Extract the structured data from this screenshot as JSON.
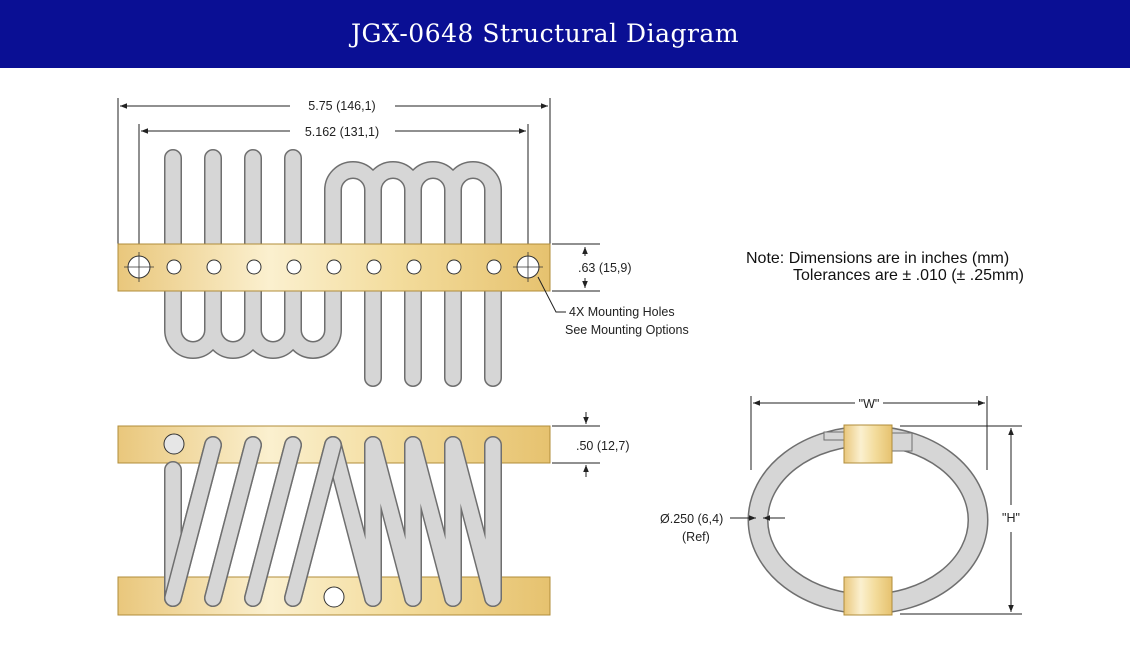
{
  "header": {
    "title": "JGX-0648 Structural Diagram"
  },
  "colors": {
    "header_bg": "#0a0f94",
    "coil": "#d4d4d4",
    "coil_stroke": "#6f6f6f",
    "bar": "#f0d28a"
  },
  "labels": {
    "overall_length": "5.75 (146,1)",
    "hole_spacing": "5.162 (131,1)",
    "bar_height_top": ".63 (15,9)",
    "mounting_holes": "4X Mounting Holes",
    "mounting_options": "See Mounting Options",
    "bar_height_bottom": ".50 (12,7)",
    "width": "\"W\"",
    "height": "\"H\"",
    "cable_dia": "Ø.250 (6,4)",
    "cable_dia_ref": "(Ref)"
  },
  "note": {
    "line1": "Note: Dimensions are in inches (mm)",
    "line2": "Tolerances are ± .010 (± .25mm)"
  }
}
